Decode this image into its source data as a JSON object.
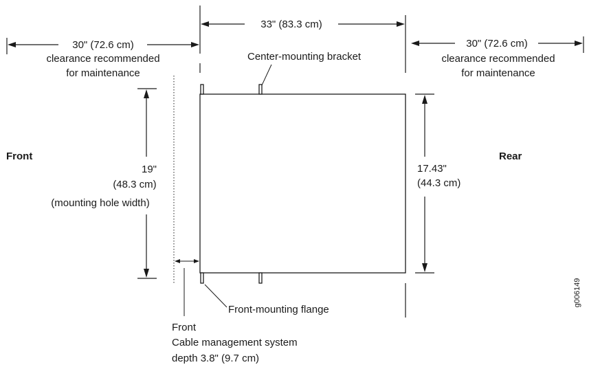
{
  "labels": {
    "front": "Front",
    "rear": "Rear",
    "top_width_dim": "33\" (83.3 cm)",
    "left_clearance_dim": "30\" (72.6 cm)",
    "left_clearance_line1": "clearance recommended",
    "left_clearance_line2": "for maintenance",
    "right_clearance_dim": "30\" (72.6 cm)",
    "right_clearance_line1": "clearance recommended",
    "right_clearance_line2": "for maintenance",
    "center_bracket": "Center-mounting bracket",
    "height_dim_line1": "19\"",
    "height_dim_line2": "(48.3 cm)",
    "height_dim_line3": "(mounting hole width)",
    "depth_dim_line1": "17.43\"",
    "depth_dim_line2": "(44.3 cm)",
    "front_flange": "Front-mounting flange",
    "cable_line1": "Front",
    "cable_line2": "Cable management system",
    "cable_line3": "depth 3.8\" (9.7 cm)",
    "figure_id": "g006149"
  }
}
